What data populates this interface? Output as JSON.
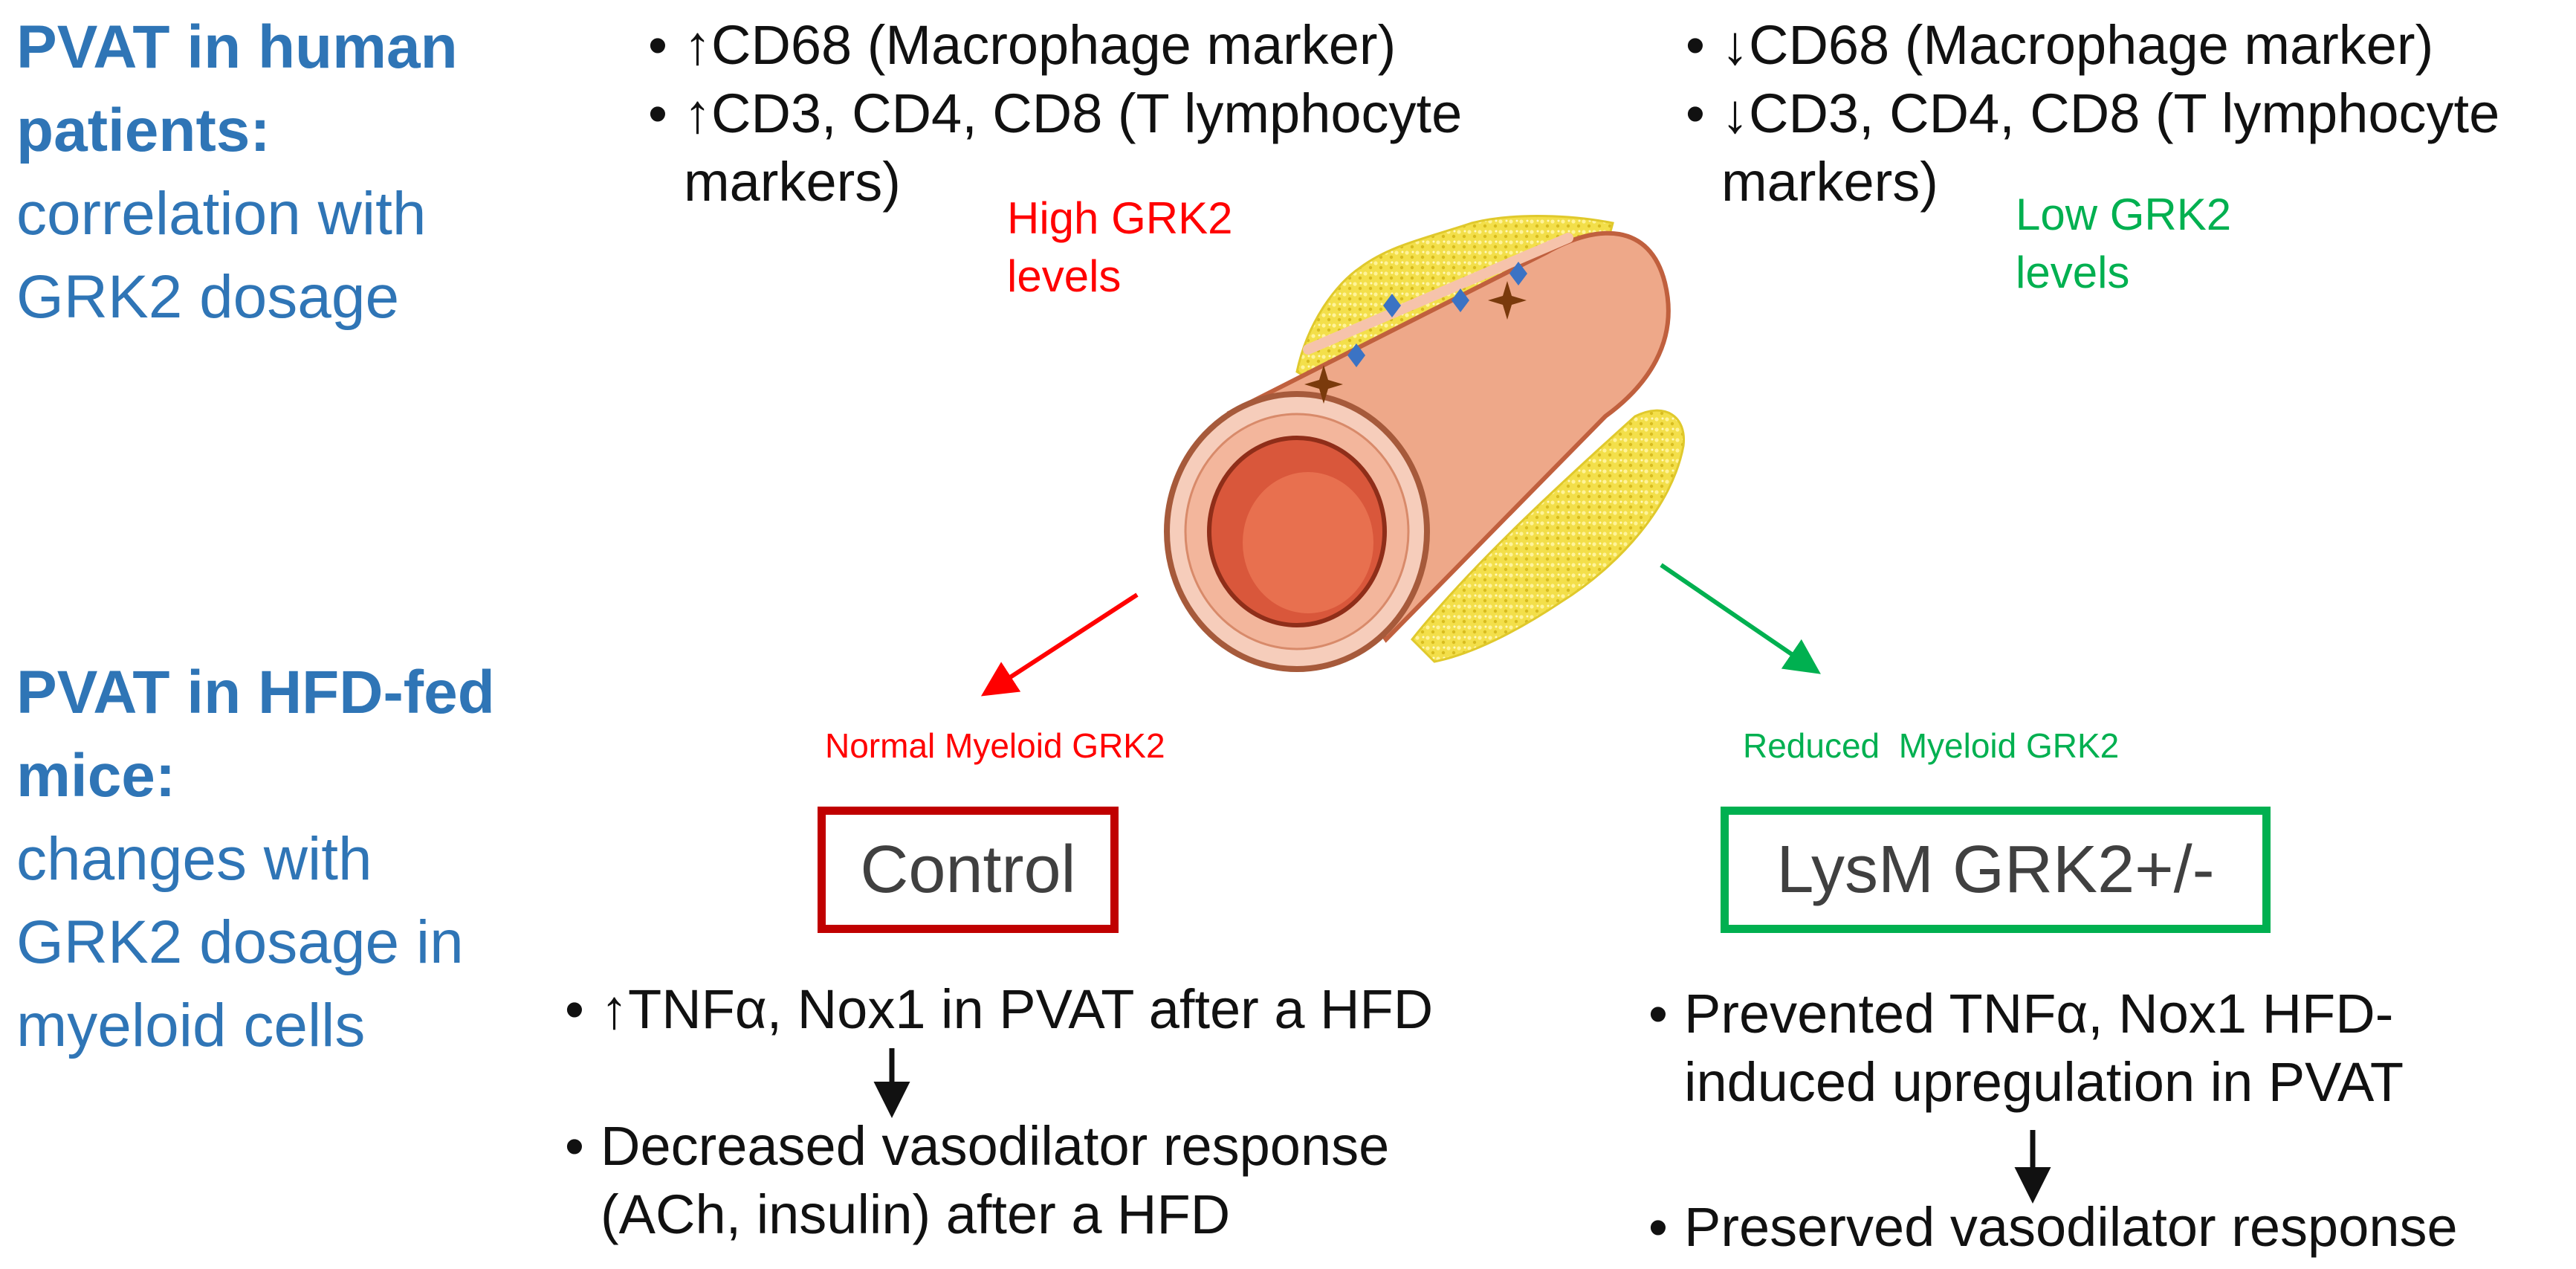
{
  "human": {
    "title_bold": "PVAT in human patients:",
    "subtitle": "correlation with GRK2 dosage"
  },
  "mice": {
    "title_bold": "PVAT in HFD-fed mice:",
    "subtitle": "changes with GRK2 dosage in myeloid cells"
  },
  "left_markers": {
    "bullet1": "↑CD68 (Macrophage marker)",
    "bullet2": "↑CD3, CD4, CD8 (T lymphocyte markers)",
    "level_label": "High GRK2 levels"
  },
  "right_markers": {
    "bullet1": "↓CD68 (Macrophage marker)",
    "bullet2": "↓CD3, CD4, CD8 (T lymphocyte markers)",
    "level_label": "Low GRK2 levels"
  },
  "left_branch": {
    "arrow_label": "Normal Myeloid GRK2",
    "box_label": "Control",
    "outcome1": "↑TNFα, Nox1 in PVAT after a HFD",
    "outcome2": "Decreased vasodilator response (ACh, insulin) after a HFD"
  },
  "right_branch": {
    "arrow_label": "Reduced  Myeloid GRK2",
    "box_label": "LysM GRK2+/-",
    "outcome1": "Prevented TNFα, Nox1 HFD-induced upregulation in PVAT",
    "outcome2": "Preserved vasodilator response"
  },
  "colors": {
    "title_blue": "#2f75b6",
    "control_red": "#c00000",
    "lysm_green": "#00b050",
    "high_red": "#ff0000",
    "low_green": "#00b050"
  },
  "bullet_char": "•"
}
